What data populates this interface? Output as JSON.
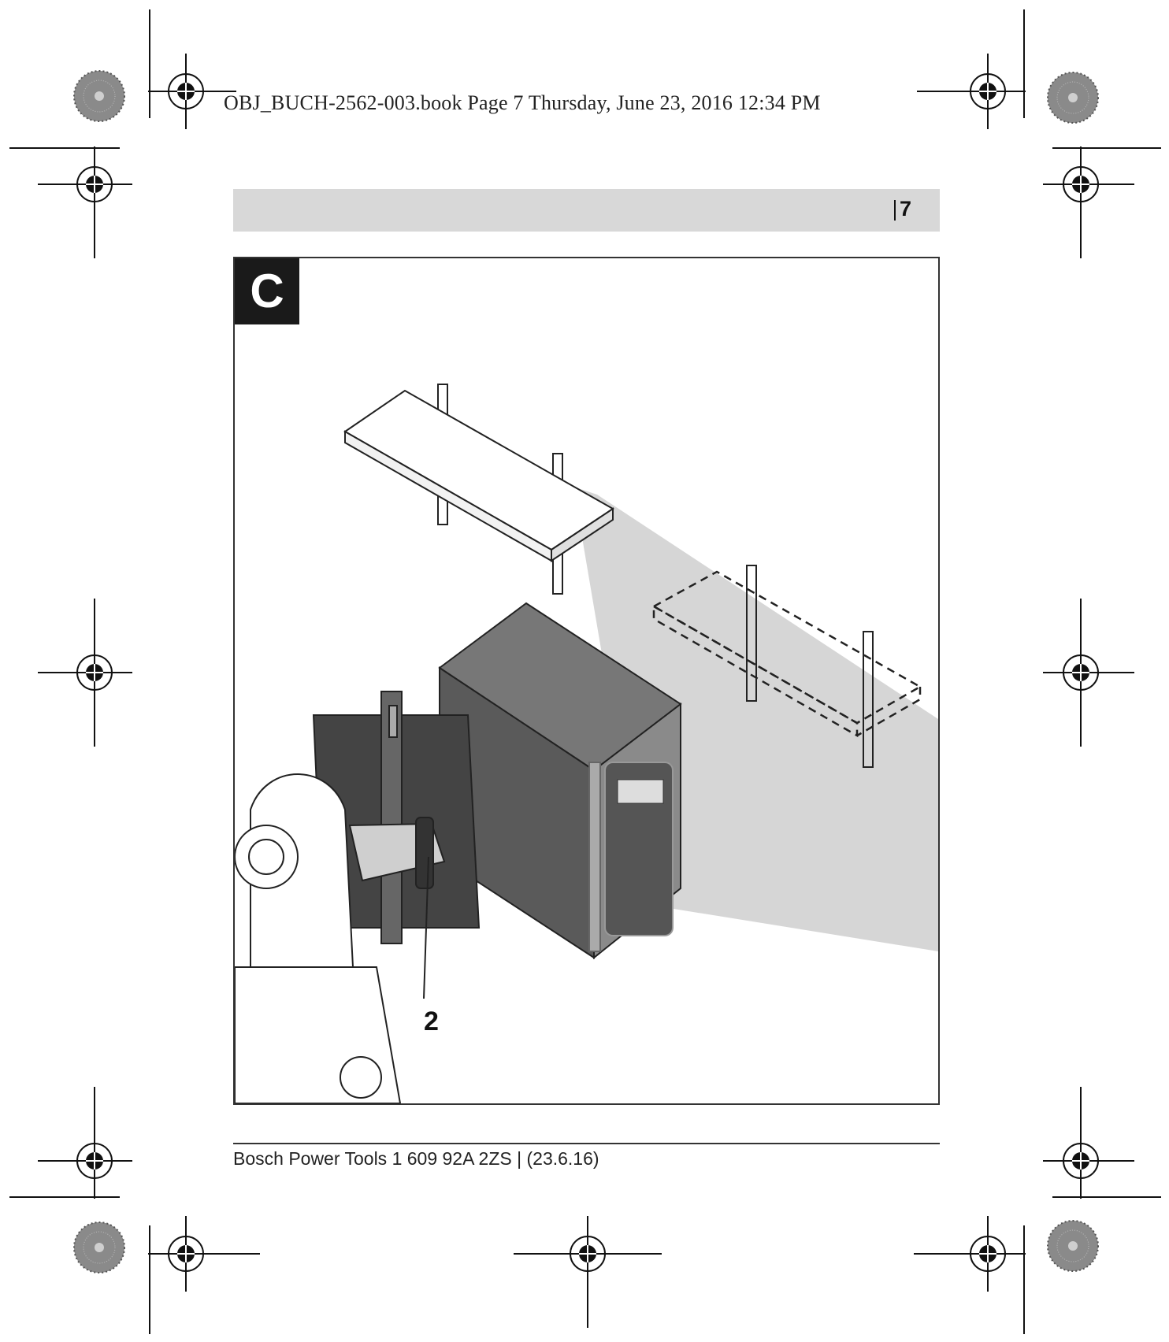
{
  "header": {
    "slug": "OBJ_BUCH-2562-003.book  Page 7  Thursday, June 23, 2016  12:34 PM",
    "page_number": "7"
  },
  "figure": {
    "label": "C",
    "callout": "2"
  },
  "footer": {
    "text": "Bosch Power Tools 1 609 92A 2ZS | (23.6.16)"
  },
  "colors": {
    "header_band": "#d8d8d8",
    "badge": "#1a1a1a",
    "laser_plane": "#cfcfcf"
  }
}
